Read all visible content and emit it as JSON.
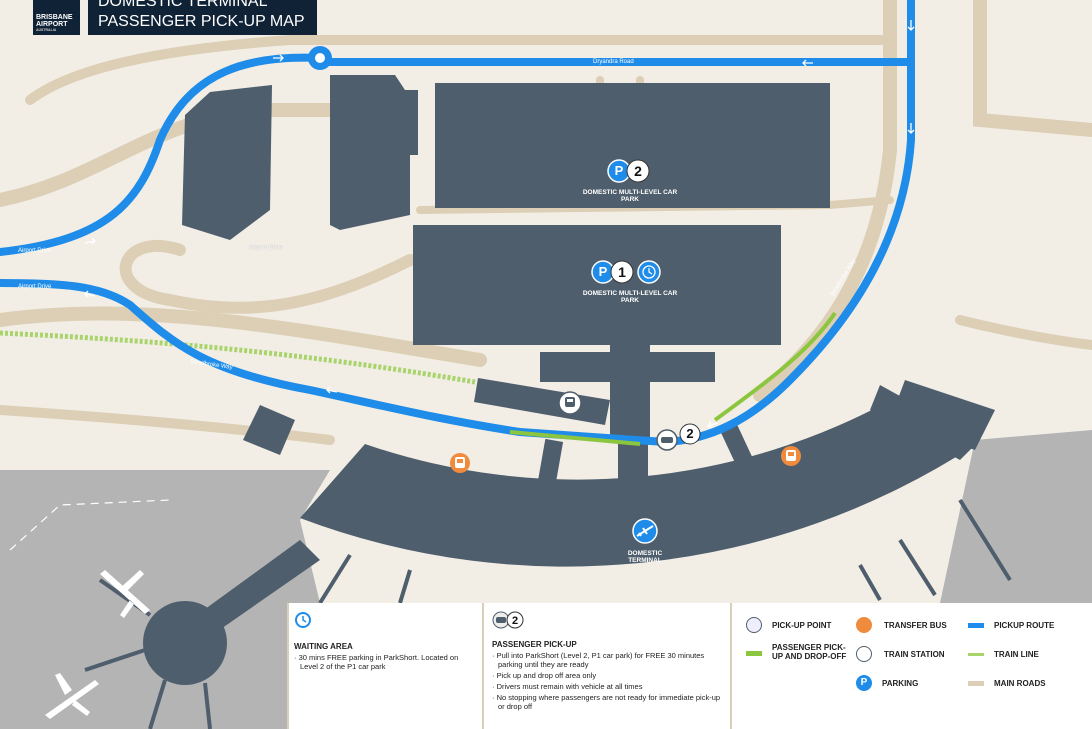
{
  "header": {
    "logo": {
      "line1": "BRISBANE",
      "line2": "AIRPORT",
      "line3": "AUSTRALIA"
    },
    "title_line1": "DOMESTIC TERMINAL",
    "title_line2": "PASSENGER PICK-UP MAP"
  },
  "roads": {
    "dryandra": "Dryandra Road",
    "airport_drive_upper": "Airport Drive",
    "airport_drive_lower": "Airport Drive",
    "airport_drive_mid": "Airport Drive",
    "stradbroke_lower": "Stradbroke Way",
    "stradbroke_right": "Stradbroke Way"
  },
  "map_labels": {
    "p2_number": "2",
    "p2_label": "DOMESTIC MULTI-LEVEL CAR PARK",
    "p1_number": "1",
    "p1_label": "DOMESTIC MULTI-LEVEL CAR PARK",
    "parking_letter": "P",
    "pickup_number": "2",
    "terminal_label": "DOMESTIC TERMINAL"
  },
  "info": {
    "waiting": {
      "title": "WAITING AREA",
      "bullets": [
        "30 mins FREE parking in ParkShort. Located on Level 2 of the P1 car park"
      ]
    },
    "pickup": {
      "badge_number": "2",
      "title": "PASSENGER PICK-UP",
      "bullets": [
        "Pull into ParkShort (Level 2, P1 car park) for FREE 30 minutes parking until they are ready",
        "Pick up and drop off area only",
        "Drivers must remain with vehicle at all times",
        "No stopping where passengers are not ready for immediate pick-up or drop off"
      ]
    }
  },
  "legend": {
    "pickup_point": "PICK-UP POINT",
    "pickup_dropoff": "PASSENGER PICK-UP AND DROP-OFF",
    "transfer_bus": "TRANSFER BUS",
    "train_station": "TRAIN STATION",
    "parking": "PARKING",
    "pickup_route": "PICKUP ROUTE",
    "train_line": "TRAIN LINE",
    "main_roads": "MAIN ROADS"
  },
  "colors": {
    "background": "#f2eee6",
    "main_roads": "#dccfb5",
    "buildings": "#4f5e6c",
    "pickup_route": "#1e8ce8",
    "pickup_dropoff": "#8cc63f",
    "train_line": "#a9d36b",
    "transfer_bus": "#f08a3c",
    "tarmac": "#b4b4b4",
    "header": "#0f2236"
  }
}
